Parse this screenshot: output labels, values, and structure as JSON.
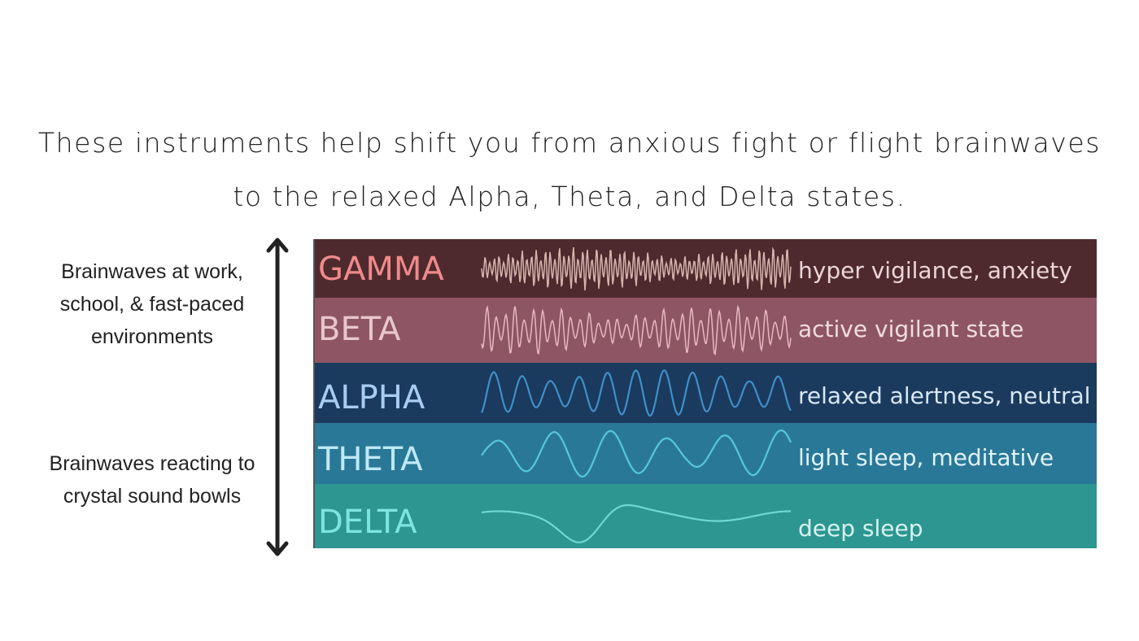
{
  "heading": {
    "line1": "These instruments help shift you from anxious fight or flight brainwaves",
    "line2": "to the relaxed Alpha, Theta, and Delta states."
  },
  "side": {
    "top": "Brainwaves at work, school, & fast-paced environments",
    "bottom": "Brainwaves reacting to crystal sound bowls"
  },
  "bands": [
    {
      "name": "GAMMA",
      "desc": "hyper vigilance, anxiety",
      "bg": "#4e2a2e",
      "label_color": "#f08a8a",
      "desc_color": "#ecd6d4",
      "wave_color": "#d9b3ac"
    },
    {
      "name": "BETA",
      "desc": "active vigilant state",
      "bg": "#8e5565",
      "label_color": "#e8c6cc",
      "desc_color": "#f0dde0",
      "wave_color": "#e8b8c0"
    },
    {
      "name": "ALPHA",
      "desc": "relaxed alertness, neutral",
      "bg": "#1a3a5e",
      "label_color": "#a8cdf0",
      "desc_color": "#d8e8f5",
      "wave_color": "#3f8fc8"
    },
    {
      "name": "THETA",
      "desc": "light sleep, meditative",
      "bg": "#2a7898",
      "label_color": "#bfe8f5",
      "desc_color": "#e0f3f8",
      "wave_color": "#56c8d8"
    },
    {
      "name": "DELTA",
      "desc": "deep sleep",
      "bg": "#2d9690",
      "label_color": "#7fe3e0",
      "desc_color": "#d6f3f0",
      "wave_color": "#6fd8d0"
    }
  ]
}
